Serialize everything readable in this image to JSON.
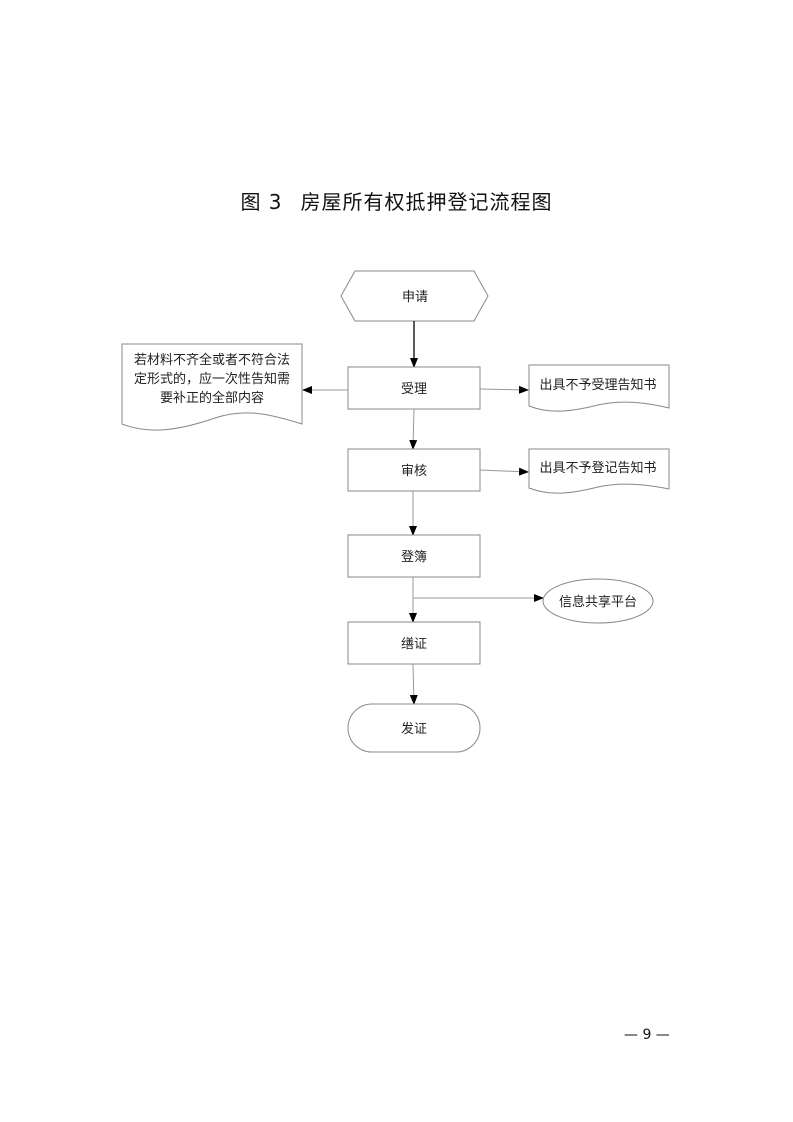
{
  "figure": {
    "label": "图 3",
    "title": "房屋所有权抵押登记流程图"
  },
  "nodes": {
    "apply": "申请",
    "accept": "受理",
    "review": "审核",
    "register": "登簿",
    "fee": "缮证",
    "issue": "发证",
    "supplement": [
      "若材料不齐全或者不符合法",
      "定形式的，应一次性告知需",
      "要补正的全部内容"
    ],
    "reject_accept": "出具不予受理告知书",
    "reject_register": "出具不予登记告知书",
    "share_platform": "信息共享平台"
  },
  "page": {
    "number": "— 9 —"
  }
}
